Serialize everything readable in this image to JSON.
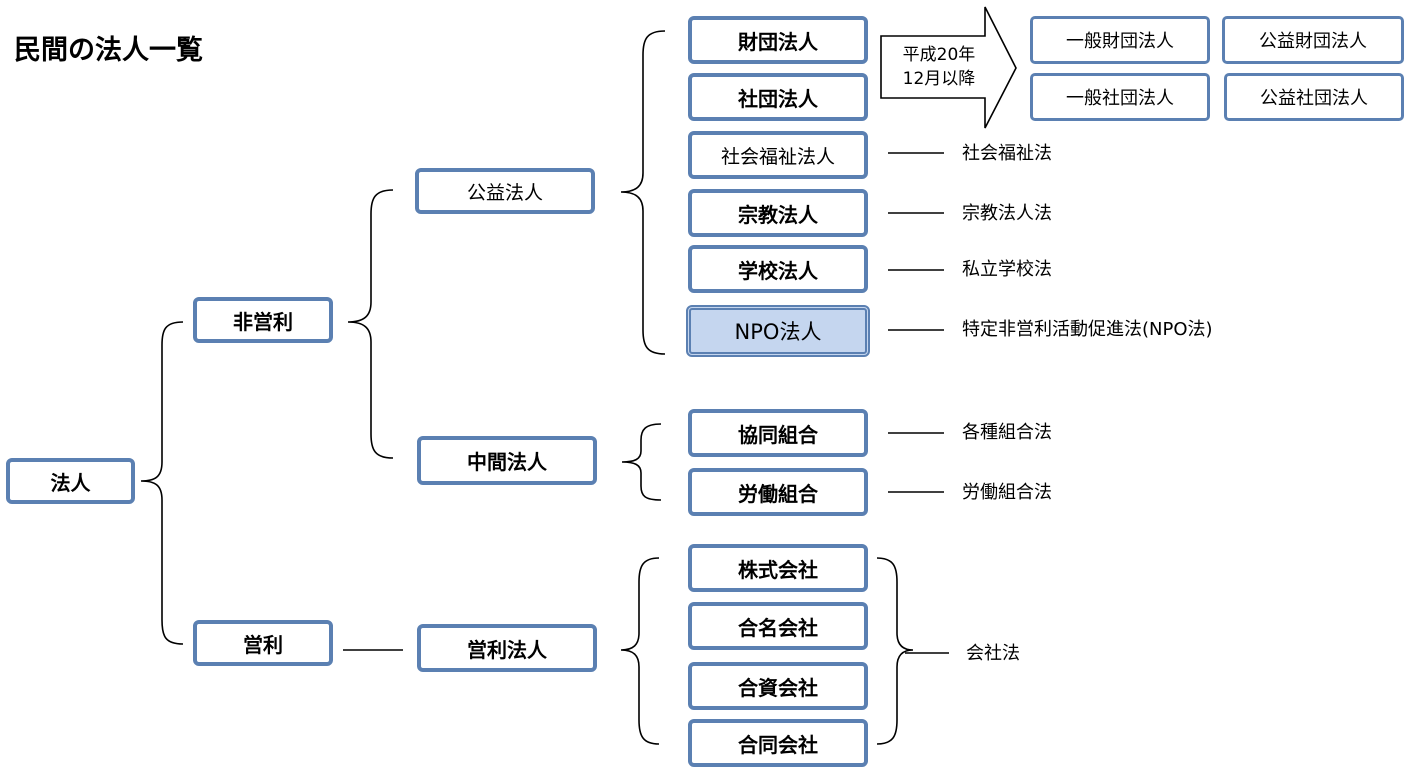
{
  "title": "民間の法人一覧",
  "nodes": {
    "root": "法人",
    "nonprofit": "非営利",
    "forprofit": "営利",
    "public_interest": "公益法人",
    "intermediate": "中間法人",
    "commercial": "営利法人",
    "zaidan": "財団法人",
    "shadan": "社団法人",
    "welfare": "社会福祉法人",
    "religious": "宗教法人",
    "school": "学校法人",
    "npo": "NPO法人",
    "cooperative": "協同組合",
    "labor_union": "労働組合",
    "kabushiki": "株式会社",
    "gomei": "合名会社",
    "goshi": "合資会社",
    "godo": "合同会社",
    "general_zaidan": "一般財団法人",
    "public_zaidan": "公益財団法人",
    "general_shadan": "一般社団法人",
    "public_shadan": "公益社団法人"
  },
  "arrow": {
    "line1": "平成20年",
    "line2": "12月以降"
  },
  "laws": {
    "welfare": "社会福祉法",
    "religious": "宗教法人法",
    "school": "私立学校法",
    "npo": "特定非営利活動促進法(NPO法)",
    "cooperative": "各種組合法",
    "labor_union": "労働組合法",
    "company": "会社法"
  },
  "colors": {
    "box_border": "#5b80b2",
    "npo_fill": "#c5d6ef",
    "line": "#000000"
  }
}
